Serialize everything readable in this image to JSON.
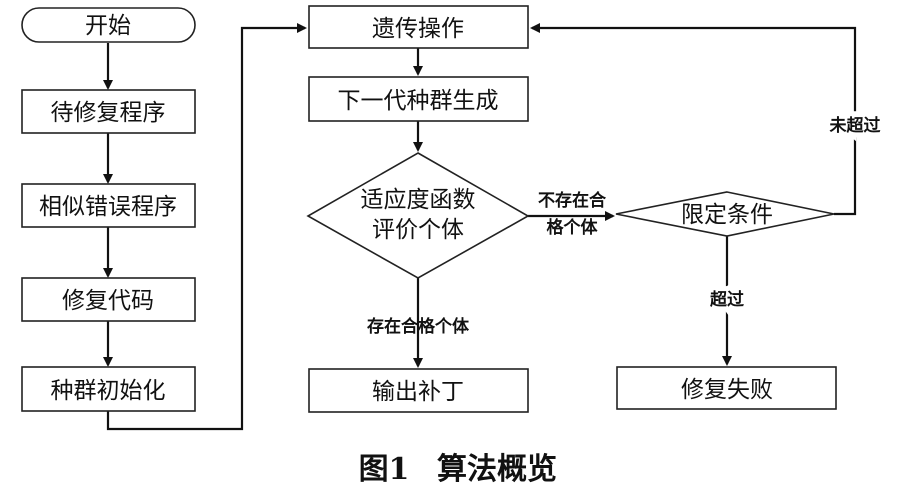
{
  "nodes": {
    "start": "开始",
    "program_to_repair": "待修复程序",
    "similar_error_programs": "相似错误程序",
    "repair_code": "修复代码",
    "population_init": "种群初始化",
    "genetic_operation": "遗传操作",
    "next_generation": "下一代种群生成",
    "fitness_line1": "适应度函数",
    "fitness_line2": "评价个体",
    "output_patch": "输出补丁",
    "limit_condition": "限定条件",
    "repair_failed": "修复失败"
  },
  "edges": {
    "exists_qualified": "存在合格个体",
    "not_exists_line1": "不存在合",
    "not_exists_line2": "格个体",
    "not_exceeded": "未超过",
    "exceeded": "超过"
  },
  "caption": {
    "figure_number": "图1",
    "title": "算法概览"
  }
}
